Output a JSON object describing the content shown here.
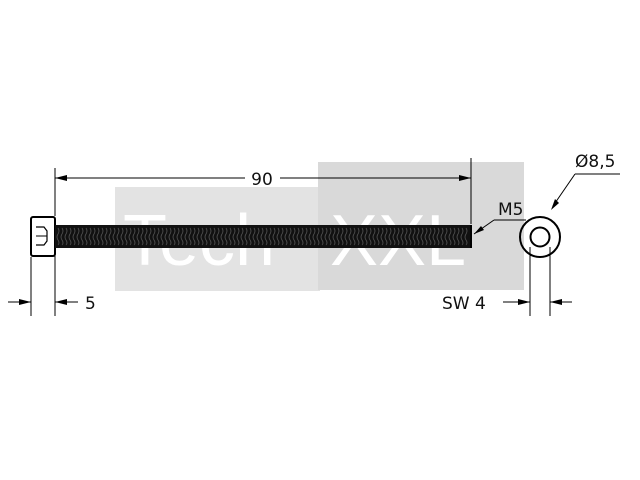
{
  "drawing": {
    "dimensions": {
      "length": "90",
      "thread": "M5",
      "head_height": "5",
      "head_diameter": "Ø8,5",
      "wrench_size": "SW 4"
    },
    "watermark": {
      "brand_left": "Tech",
      "brand_right": "XXL",
      "color_box": "#d9d9d9",
      "color_text": "#e3e3e3"
    },
    "colors": {
      "ink": "#000000",
      "background": "#ffffff"
    }
  }
}
